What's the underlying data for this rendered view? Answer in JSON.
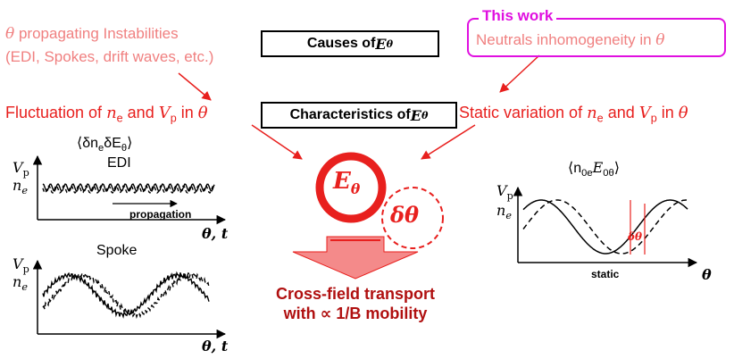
{
  "left_top": {
    "line1_prefix": "θ",
    "line1_text": " propagating Instabilities",
    "line2": "(EDI, Spokes, drift waves, etc.)"
  },
  "this_work": {
    "tag": "This work",
    "text_prefix": "Neutrals inhomogeneity in ",
    "text_theta": "θ"
  },
  "causes_box": {
    "label": "Causes of ",
    "symbol": "E",
    "sub": "θ"
  },
  "characteristics_box": {
    "label": "Characteristics of ",
    "symbol": "E",
    "sub": "θ"
  },
  "fluctuation": {
    "prefix": "Fluctuation of ",
    "ne": "n",
    "ne_sub": "e",
    "and": " and ",
    "vp": "V",
    "vp_sub": "p",
    "in": " in ",
    "theta": "θ"
  },
  "static_var": {
    "prefix": "Static variation of ",
    "ne": "n",
    "ne_sub": "e",
    "and": " and ",
    "vp": "V",
    "vp_sub": "p",
    "in": " in ",
    "theta": "θ"
  },
  "edi_plot": {
    "corr": "⟨δn",
    "corr_sub1": "e",
    "corr_mid": "δE",
    "corr_sub2": "θ",
    "corr_end": "⟩",
    "title": "EDI",
    "ylabel_vp": "V",
    "ylabel_vp_sub": "p",
    "ylabel_ne": "n",
    "ylabel_ne_sub": "e",
    "arrow_label": "propagation",
    "xlabel": "θ, t"
  },
  "spoke_plot": {
    "title": "Spoke",
    "ylabel_vp": "V",
    "ylabel_vp_sub": "p",
    "ylabel_ne": "n",
    "ylabel_ne_sub": "e",
    "xlabel": "θ, t"
  },
  "static_plot": {
    "corr": "⟨n",
    "corr_sub1": "0e",
    "corr_mid": "E",
    "corr_sub2": "0θ",
    "corr_end": "⟩",
    "ylabel_vp": "V",
    "ylabel_vp_sub": "p",
    "ylabel_ne": "n",
    "ylabel_ne_sub": "e",
    "delta_label": "δθ",
    "static_label": "static",
    "xlabel": "θ"
  },
  "center": {
    "ring_E": "E",
    "ring_sub": "θ",
    "dashed_label": "δθ",
    "result_line1": "Cross-field transport",
    "result_line2": "with ∝ 1/B mobility"
  },
  "colors": {
    "pink": "#f08080",
    "red": "#e8201e",
    "dark_red": "#b01010",
    "magenta": "#e010e0",
    "arrow_fill": "#f48a8a"
  }
}
